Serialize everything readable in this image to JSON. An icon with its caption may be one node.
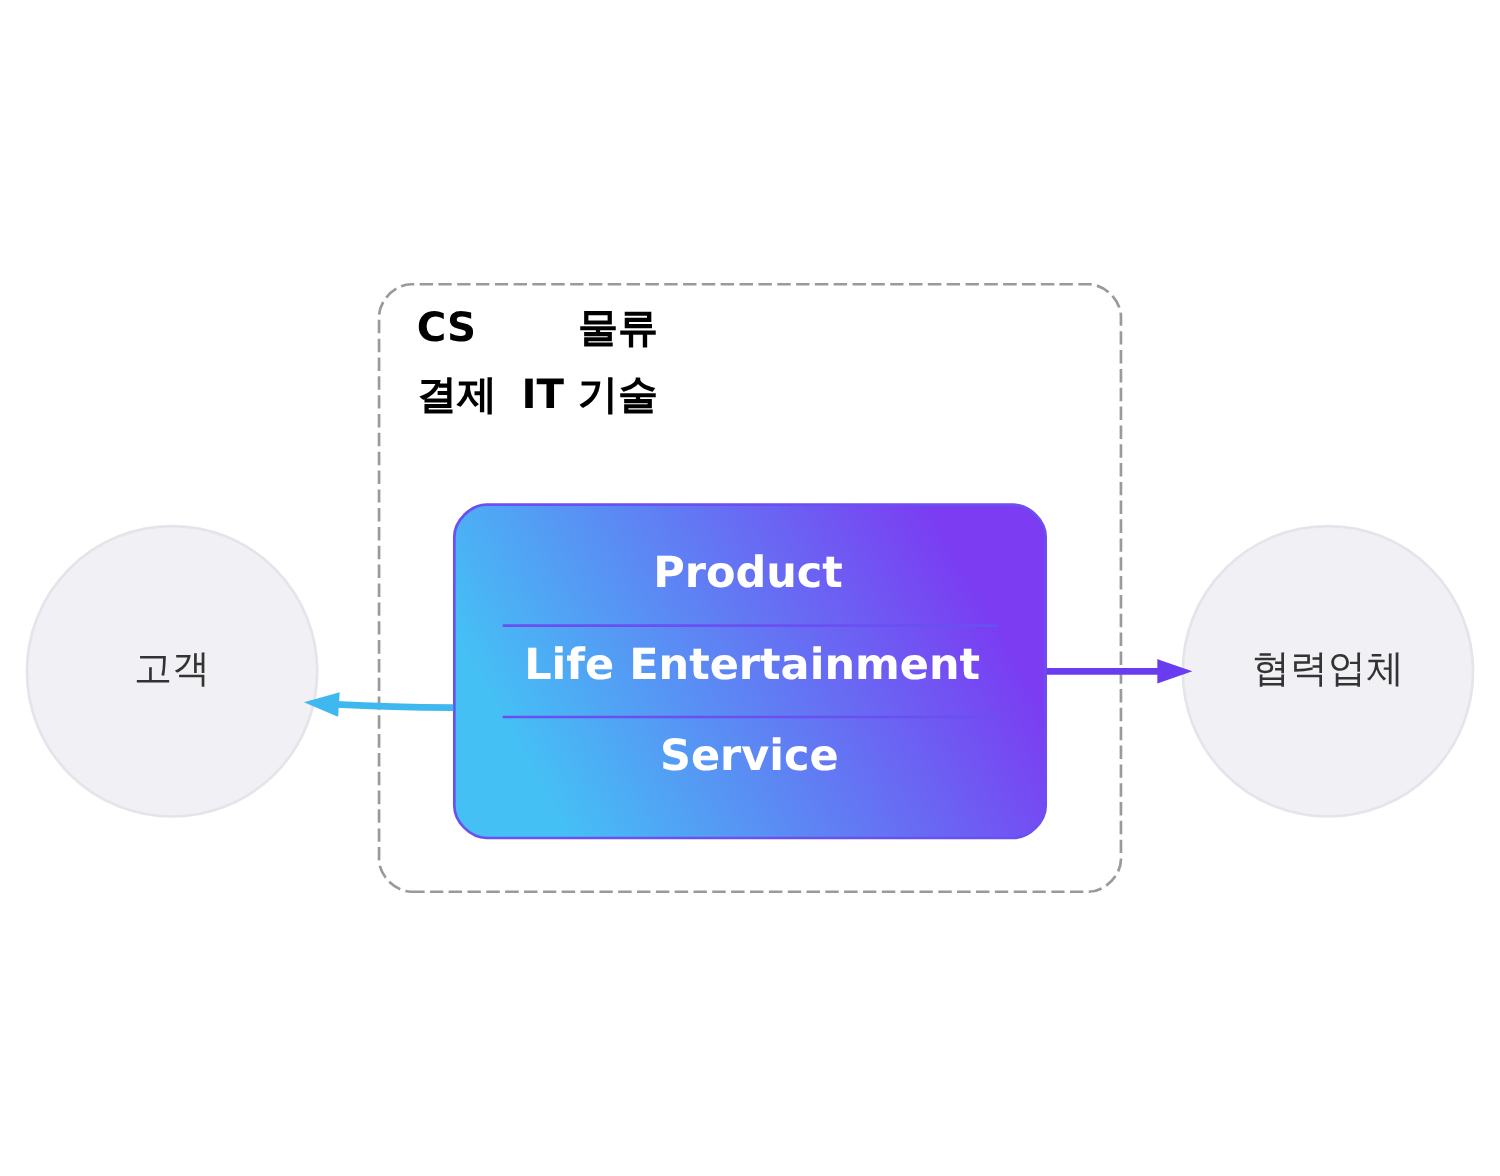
{
  "diagram": {
    "nodes": [
      {
        "text": [
          "CS",
          "물류",
          "결제",
          "IT 기술"
        ]
      },
      {
        "text": [
          "고객"
        ]
      },
      {
        "text": [
          "Product",
          "Life Entertainment",
          "Service"
        ],
        "in": 0
      },
      {
        "text": [
          "협력업체"
        ]
      }
    ],
    "edges": [
      {
        "from": 2,
        "to": 1,
        "arrow": "to",
        "color": "#3fb8f0"
      },
      {
        "from": 2,
        "to": 3,
        "arrow": "to",
        "color": "#6a3cf0"
      }
    ]
  }
}
